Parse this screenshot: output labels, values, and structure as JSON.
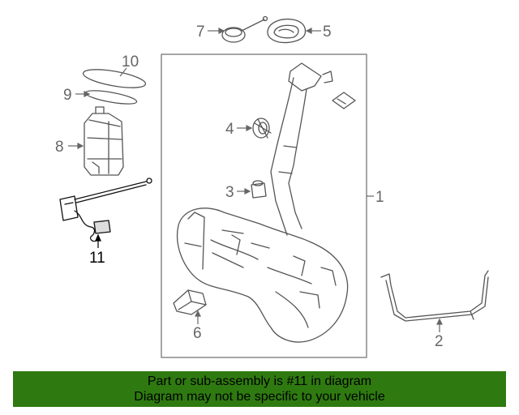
{
  "diagram": {
    "callouts": {
      "c1": "1",
      "c2": "2",
      "c3": "3",
      "c4": "4",
      "c5": "5",
      "c6": "6",
      "c7": "7",
      "c8": "8",
      "c9": "9",
      "c10": "10",
      "c11": "11"
    }
  },
  "banner": {
    "line1": "Part or sub-assembly is #11 in diagram",
    "line2": "Diagram may not be specific to your vehicle"
  },
  "colors": {
    "banner_bg": "#2f7a10",
    "line_art": "#555555",
    "highlight_part": "#111111"
  }
}
